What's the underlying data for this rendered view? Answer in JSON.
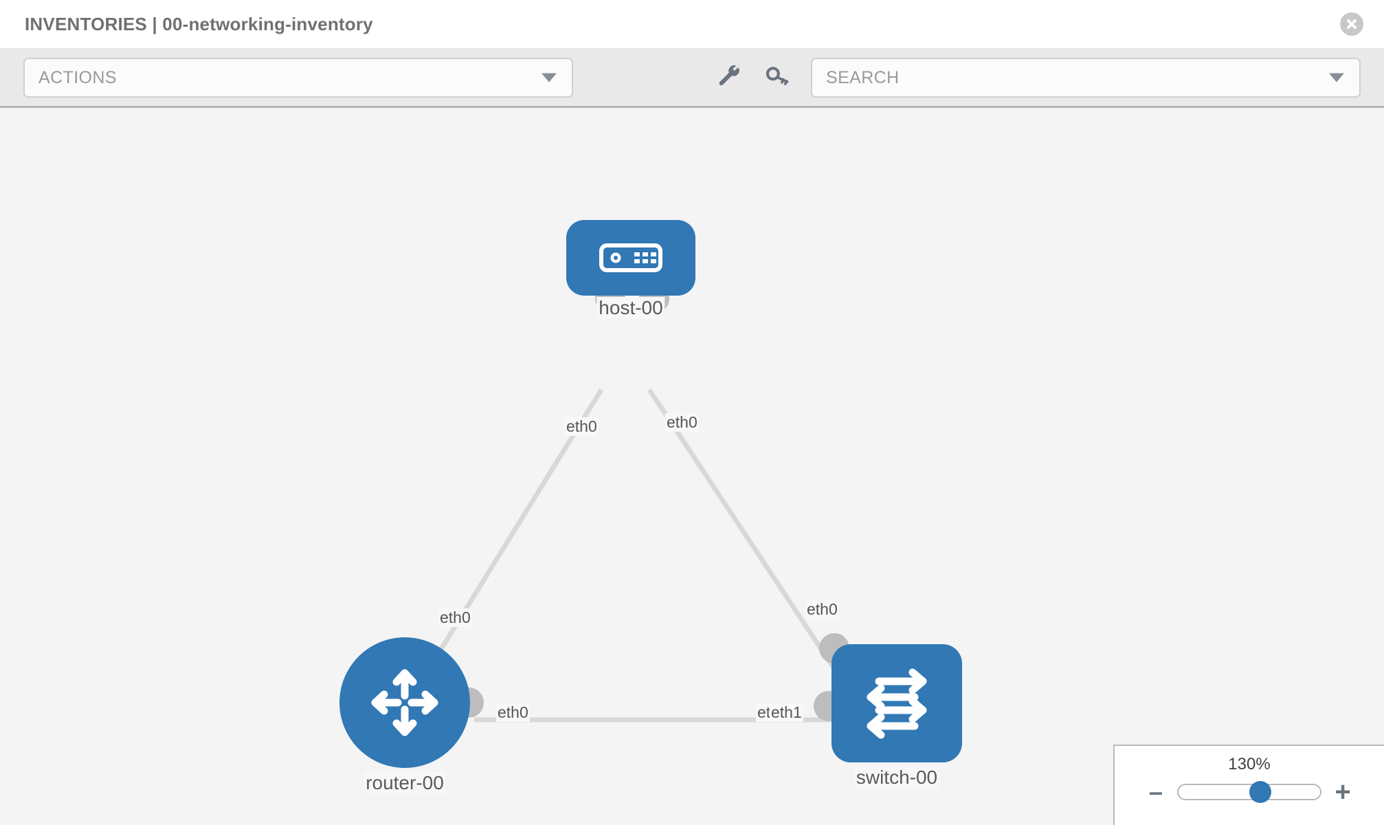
{
  "header": {
    "title": "INVENTORIES | 00-networking-inventory",
    "close_icon": "close-circle-icon"
  },
  "toolbar": {
    "actions_label": "ACTIONS",
    "search_placeholder": "SEARCH",
    "wrench_icon": "wrench-icon",
    "key_icon": "key-icon",
    "caret_icon": "chevron-down-icon"
  },
  "topology": {
    "accent_color": "#3178b5",
    "link_color": "#d8d8d8",
    "connector_color": "#bdbdbd",
    "canvas_background": "#f4f4f4",
    "nodes": [
      {
        "id": "host-00",
        "label": "host-00",
        "icon": "server-icon",
        "shape": "rounded-rect"
      },
      {
        "id": "router-00",
        "label": "router-00",
        "icon": "router-icon",
        "shape": "circle"
      },
      {
        "id": "switch-00",
        "label": "switch-00",
        "icon": "switch-icon",
        "shape": "rounded-square"
      }
    ],
    "links": [
      {
        "from": "host-00",
        "to": "router-00",
        "from_label": "eth0",
        "to_label": "eth0"
      },
      {
        "from": "host-00",
        "to": "switch-00",
        "from_label": "eth0",
        "to_label": "eth0"
      },
      {
        "from": "router-00",
        "to": "switch-00",
        "from_label": "eth0",
        "to_label_a": "eth0",
        "to_label_b": "eth1"
      }
    ],
    "interface_labels": {
      "host_left": "eth0",
      "host_right": "eth0",
      "router_upper": "eth0",
      "router_right": "eth0",
      "switch_upper": "eth0",
      "switch_left_a": "eth0",
      "switch_left_b": "eth1"
    }
  },
  "zoom_control": {
    "value": "130%",
    "minus_label": "–",
    "plus_label": "+",
    "thumb_position_pct": 58
  }
}
